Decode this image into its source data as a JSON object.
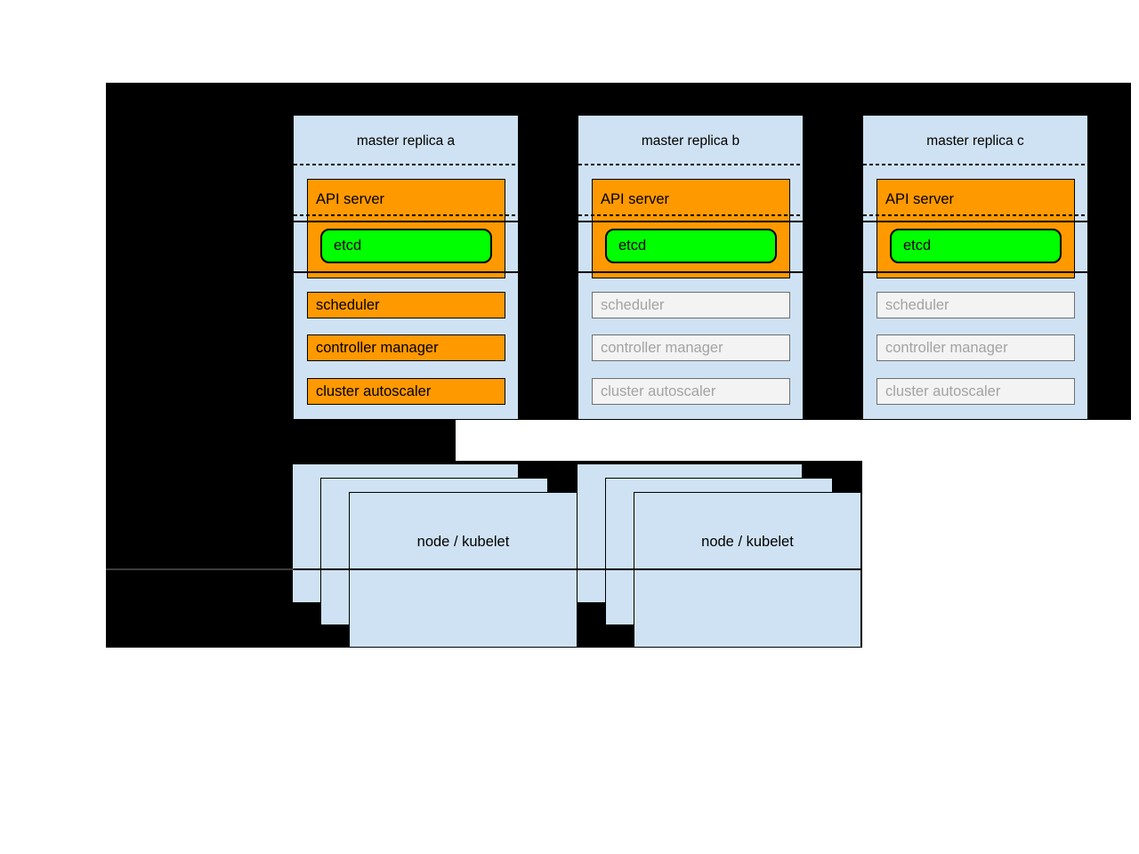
{
  "colors": {
    "backdrop": "#000000",
    "panel_blue": "#cfe2f3",
    "active_orange": "#ff9900",
    "etcd_green": "#00ff00",
    "inactive_fill": "#f3f3f3",
    "inactive_text": "#a3a3a3",
    "inactive_border": "#6e6e6e"
  },
  "masters": [
    {
      "title": "master replica a",
      "state": "active",
      "api_server_label": "API server",
      "etcd_label": "etcd",
      "components": [
        {
          "label": "scheduler",
          "state": "active"
        },
        {
          "label": "controller manager",
          "state": "active"
        },
        {
          "label": "cluster autoscaler",
          "state": "active"
        }
      ]
    },
    {
      "title": "master replica b",
      "state": "standby",
      "api_server_label": "API server",
      "etcd_label": "etcd",
      "components": [
        {
          "label": "scheduler",
          "state": "inactive"
        },
        {
          "label": "controller manager",
          "state": "inactive"
        },
        {
          "label": "cluster autoscaler",
          "state": "inactive"
        }
      ]
    },
    {
      "title": "master replica c",
      "state": "standby",
      "api_server_label": "API server",
      "etcd_label": "etcd",
      "components": [
        {
          "label": "scheduler",
          "state": "inactive"
        },
        {
          "label": "controller manager",
          "state": "inactive"
        },
        {
          "label": "cluster autoscaler",
          "state": "inactive"
        }
      ]
    }
  ],
  "node_groups": [
    {
      "label": "node / kubelet"
    },
    {
      "label": "node / kubelet"
    }
  ]
}
